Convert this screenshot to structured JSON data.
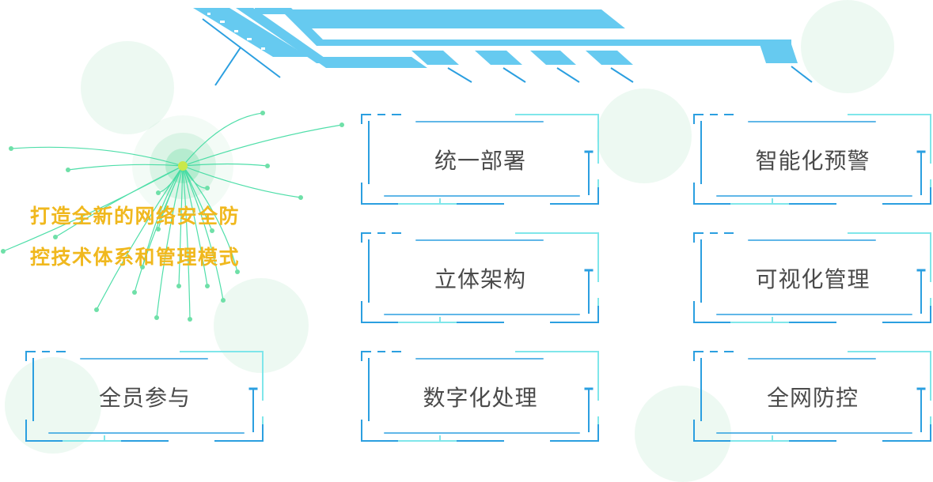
{
  "headline": {
    "line1": "打造全新的网络安全防",
    "line2": "控技术体系和管理模式"
  },
  "cards": [
    {
      "label": "统一部署"
    },
    {
      "label": "智能化预警"
    },
    {
      "label": "立体架构"
    },
    {
      "label": "可视化管理"
    },
    {
      "label": "全员参与"
    },
    {
      "label": "数字化处理"
    },
    {
      "label": "全网防控"
    }
  ],
  "colors": {
    "frame_blue": "#2b9fe0",
    "frame_cyan": "#7fe6ea",
    "circuit_blue": "#5ec8f0",
    "headline_gold": "#f0b81e",
    "ray_green": "#3ddba0",
    "bubble_green": "#c8ecd6"
  }
}
